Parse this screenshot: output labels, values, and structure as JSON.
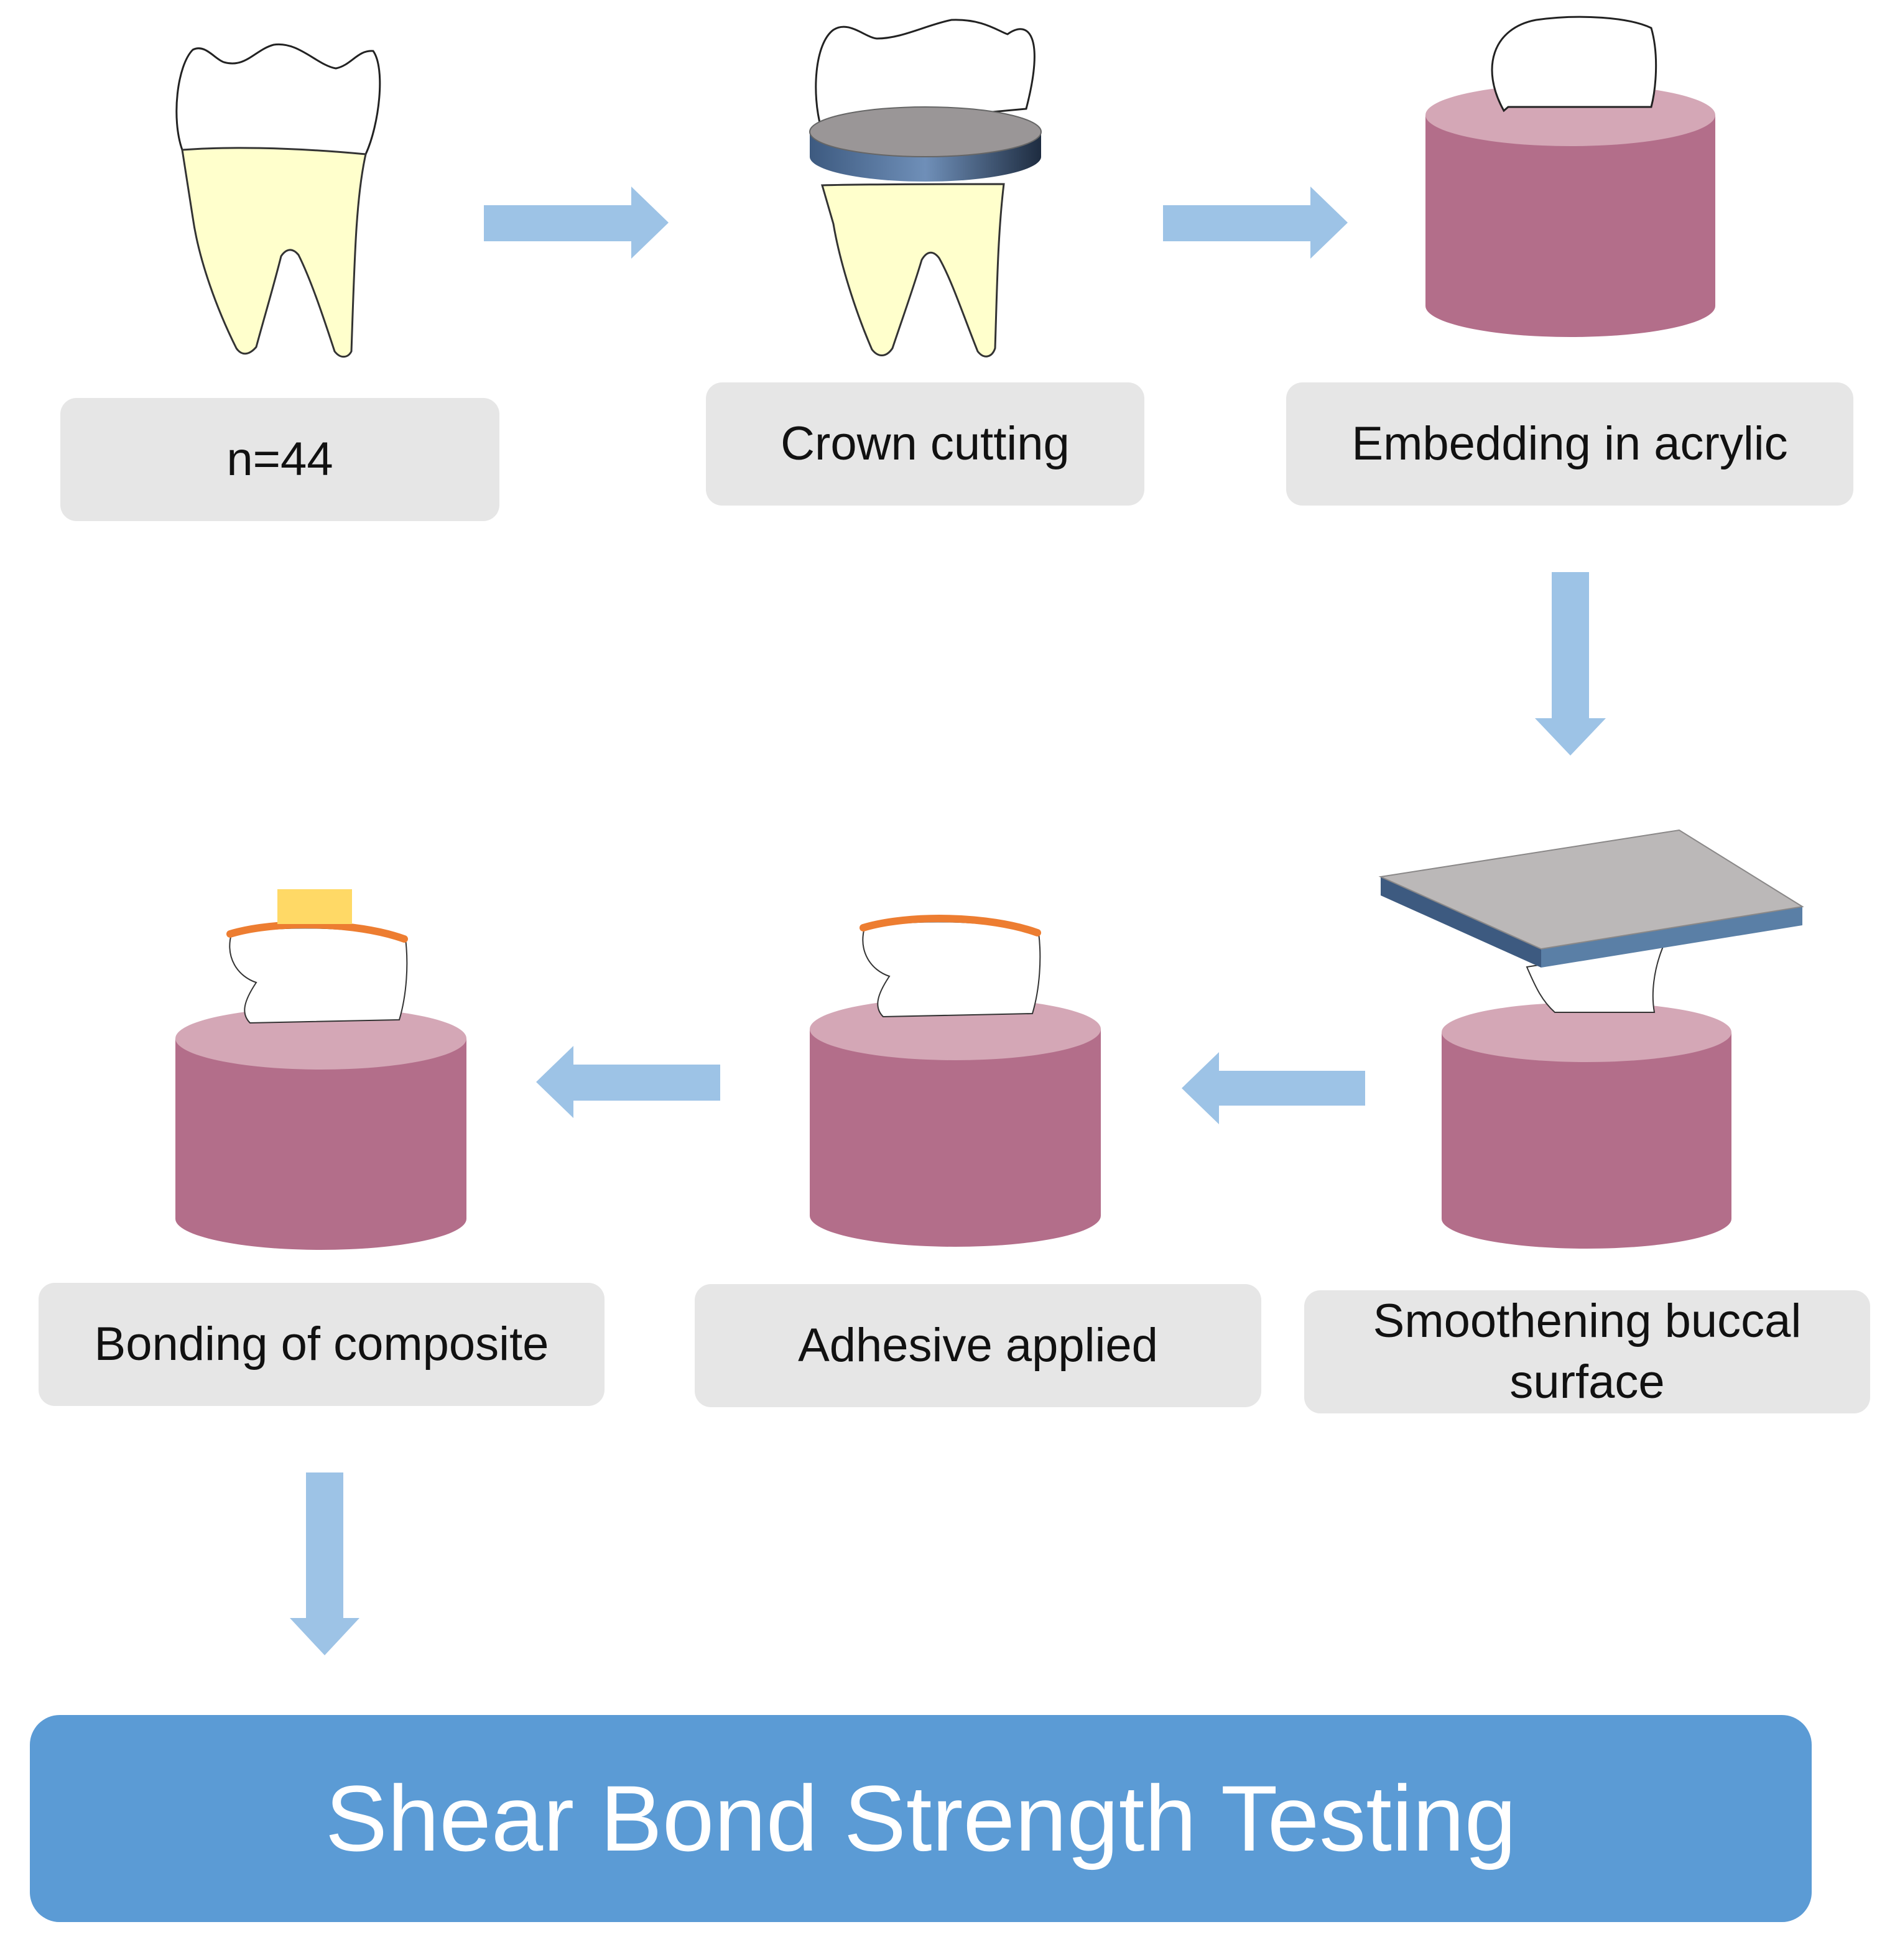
{
  "steps": [
    {
      "label": "n=44"
    },
    {
      "label": "Crown cutting"
    },
    {
      "label": "Embedding in acrylic"
    },
    {
      "label": "Smoothening buccal surface"
    },
    {
      "label": "Adhesive applied"
    },
    {
      "label": "Bonding of composite"
    }
  ],
  "final": {
    "label": "Shear Bond Strength Testing"
  },
  "colors": {
    "arrow": "#9dc3e6",
    "label_bg": "#e6e6e6",
    "acrylic_side": "#b36e8a",
    "acrylic_top": "#d4a7b6",
    "root": "#ffffcc",
    "disc": "#9a9697",
    "disc_edge": "#3d5a80",
    "plate": "#bbb8b8",
    "adhesive": "#ed7d31",
    "composite": "#ffd966",
    "final_bg": "#5b9bd5"
  },
  "icons": [
    "tooth-icon",
    "cutting-disc-icon",
    "acrylic-block-icon",
    "polishing-plate-icon",
    "adhesive-layer-icon",
    "composite-block-icon",
    "arrow-icon"
  ]
}
